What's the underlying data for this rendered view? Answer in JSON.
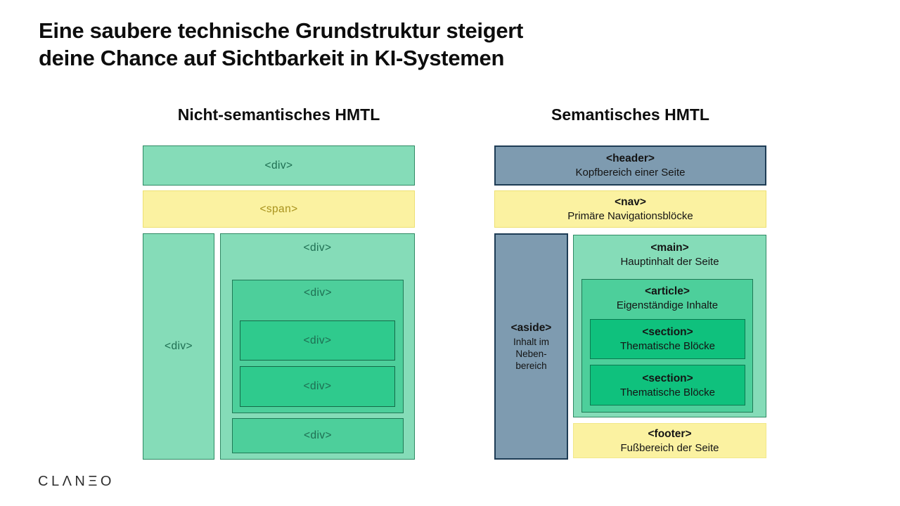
{
  "slide": {
    "title_line1": "Eine saubere technische Grundstruktur steigert",
    "title_line2": "deine Chance auf Sichtbarkeit in KI-Systemen"
  },
  "columns": {
    "left": {
      "heading": "Nicht-semantisches HMTL",
      "div_label": "<div>",
      "span_label": "<span>"
    },
    "right": {
      "heading": "Semantisches HMTL",
      "header_tag": "<header>",
      "header_desc": "Kopfbereich einer Seite",
      "nav_tag": "<nav>",
      "nav_desc": "Primäre Navigationsblöcke",
      "aside_tag": "<aside>",
      "aside_desc1": "Inhalt im",
      "aside_desc2": "Neben-",
      "aside_desc3": "bereich",
      "main_tag": "<main>",
      "main_desc": "Hauptinhalt der Seite",
      "article_tag": "<article>",
      "article_desc": "Eigenständige Inhalte",
      "section_tag": "<section>",
      "section_desc": "Thematische Blöcke",
      "footer_tag": "<footer>",
      "footer_desc": "Fußbereich der Seite"
    }
  },
  "logo_text": "CLΛNΞO",
  "colors": {
    "mint_green": "#85DCB8",
    "mid_green": "#4DCF9B",
    "dark_green_left": "#2FCA8D",
    "emerald_right": "#0FC17D",
    "yellow": "#FBF2A1",
    "slate_blue": "#7E9BB0",
    "navy_border": "#1E3C55",
    "green_border": "#2F8A64",
    "title_text": "#0D0D0D",
    "div_label_text": "#1E6E52",
    "span_label_text": "#A8921D"
  }
}
